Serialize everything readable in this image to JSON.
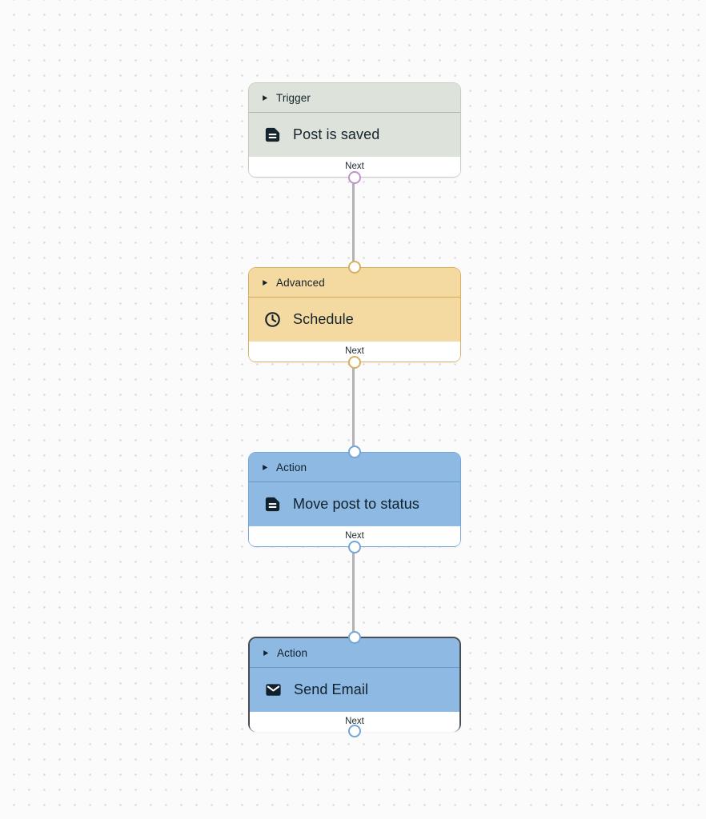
{
  "canvas": {
    "background": "#fbfbfc",
    "dot_color": "#d2d2d4",
    "edge_color": "#b2b2b5"
  },
  "nodes": [
    {
      "header": "Trigger",
      "title": "Post is saved",
      "icon": "document-icon",
      "footer_label": "Next",
      "selected": false,
      "colors": {
        "bg": "#dde3da",
        "border": "#c4ccc2",
        "divider": "#adb7ab",
        "text": "#15232d",
        "port_out": "#bd93c8"
      }
    },
    {
      "header": "Advanced",
      "title": "Schedule",
      "icon": "clock-icon",
      "footer_label": "Next",
      "selected": false,
      "colors": {
        "bg": "#f4d9a1",
        "border": "#d7af63",
        "divider": "#d2aa5f",
        "text": "#15232d",
        "port_in": "#d7af63",
        "port_out": "#d7af63"
      }
    },
    {
      "header": "Action",
      "title": "Move post to status",
      "icon": "document-icon",
      "footer_label": "Next",
      "selected": false,
      "colors": {
        "bg": "#8db9e3",
        "border": "#73a5d6",
        "divider": "#6797c6",
        "text": "#10202c",
        "port_in": "#73a5d6",
        "port_out": "#73a5d6"
      }
    },
    {
      "header": "Action",
      "title": "Send Email",
      "icon": "email-icon",
      "footer_label": "Next",
      "selected": true,
      "colors": {
        "bg": "#8db9e3",
        "border": "#474e55",
        "divider": "#6797c6",
        "text": "#10202c",
        "port_in": "#73a5d6",
        "port_out": "#73a5d6"
      }
    }
  ]
}
